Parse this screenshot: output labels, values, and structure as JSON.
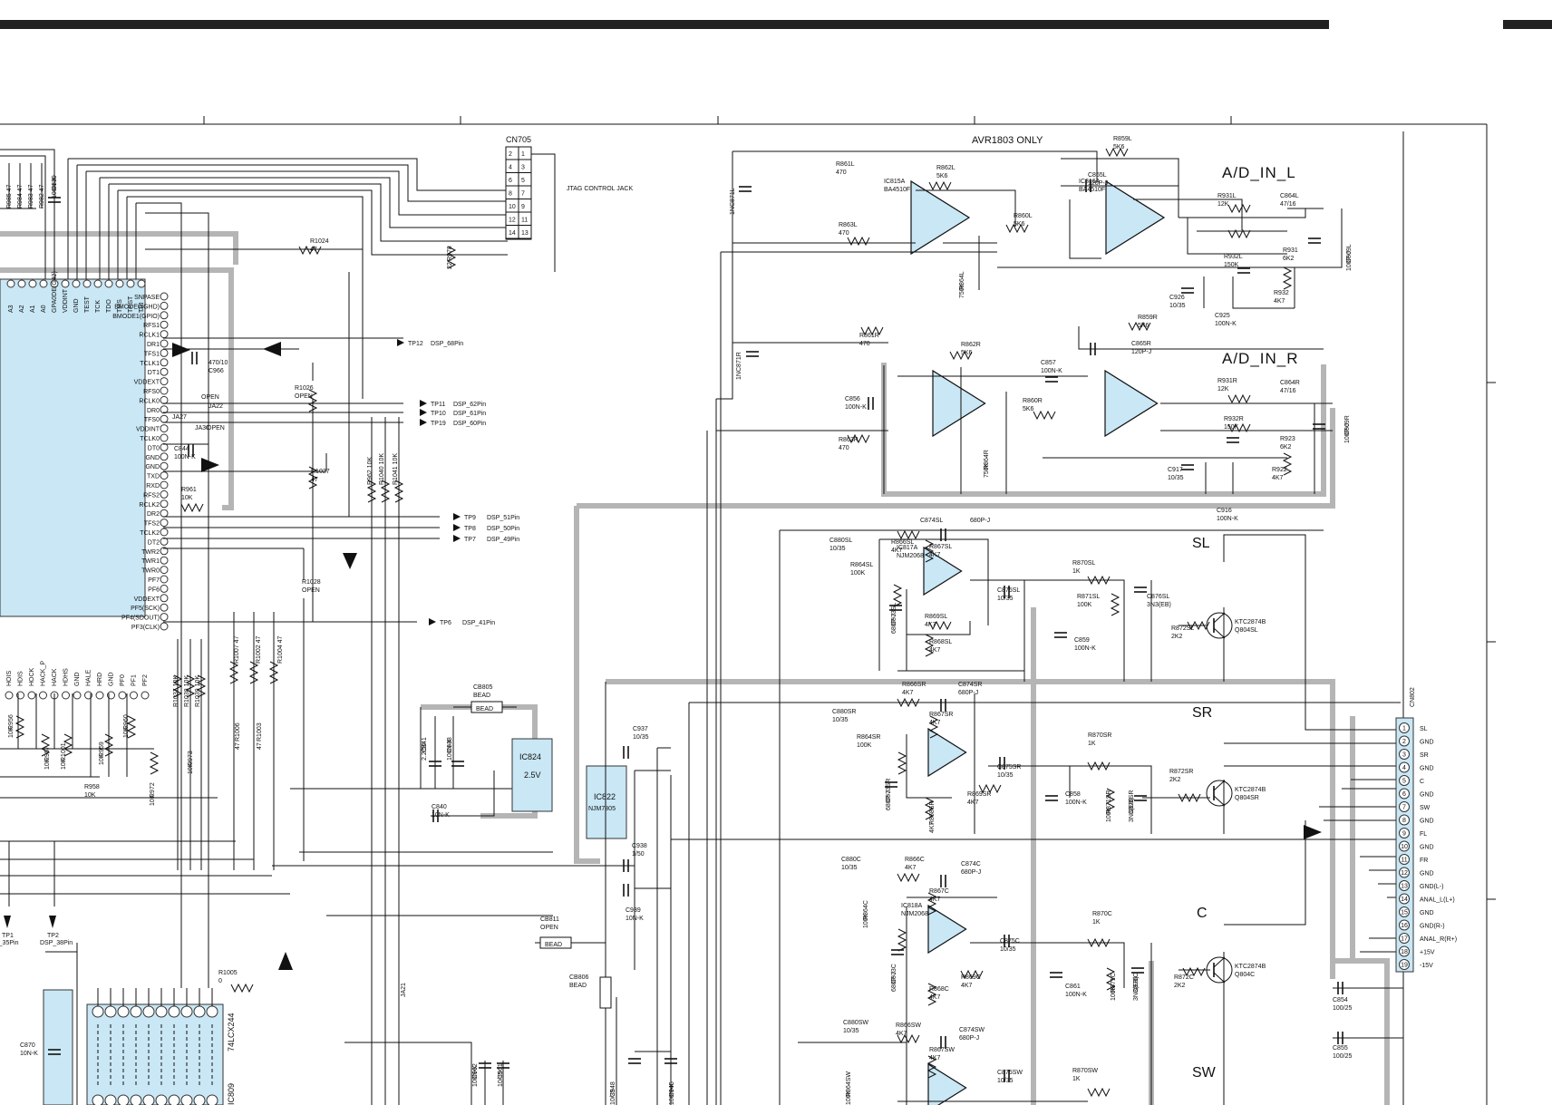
{
  "frame": {
    "title": "AVR1803 ONLY",
    "jtag_label": "JTAG CONTROL JACK"
  },
  "colors": {
    "highlight": "#b5b5b5",
    "ic_fill": "#c9e7f5",
    "ink": "#111111"
  },
  "cn705": {
    "ref": "CN705",
    "pins": [
      [
        "2",
        "1"
      ],
      [
        "4",
        "3"
      ],
      [
        "6",
        "5"
      ],
      [
        "8",
        "7"
      ],
      [
        "10",
        "9"
      ],
      [
        "12",
        "11"
      ],
      [
        "14",
        "13"
      ]
    ]
  },
  "channels": {
    "sl": "SL",
    "sr": "SR",
    "c": "C",
    "sw": "SW",
    "ad_l": "A/D_IN_L",
    "ad_r": "A/D_IN_R"
  },
  "ics": {
    "ic822": {
      "ref": "IC822",
      "part": "NJM7805"
    },
    "ic824": {
      "ref": "IC824",
      "value": "2.5V"
    },
    "ic809": {
      "ref": "IC809",
      "part": "74LCX244"
    },
    "ic815a": {
      "ref": "IC815A",
      "part": "BA4510F"
    },
    "ic816a": {
      "ref": "IC816A",
      "part": "BA4510F"
    },
    "ic817a": {
      "ref": "IC817A",
      "part": "NJM2068"
    },
    "ic818a": {
      "ref": "IC818A",
      "part": "NJM2068"
    }
  },
  "transistors": [
    {
      "part": "KTC2874B",
      "ref": "Q804SL"
    },
    {
      "part": "KTC2874B",
      "ref": "Q804SR"
    },
    {
      "part": "KTC2874B",
      "ref": "Q804C"
    }
  ],
  "cn802": {
    "ref": "CN802",
    "pins": [
      "1",
      "2",
      "3",
      "4",
      "5",
      "6",
      "7",
      "8",
      "9",
      "10",
      "11",
      "12",
      "13",
      "14",
      "15",
      "16",
      "17",
      "18",
      "19"
    ],
    "labels": [
      "SL",
      "GND",
      "SR",
      "GND",
      "C",
      "GND",
      "SW",
      "GND",
      "FL",
      "GND",
      "FR",
      "GND",
      "GND(L-)",
      "ANAL_L(L+)",
      "GND",
      "GND(R-)",
      "ANAL_R(R+)",
      "+15V",
      "-15V"
    ]
  },
  "tps": [
    {
      "ref": "TP12",
      "net": "DSP_68Pin"
    },
    {
      "ref": "TP11",
      "net": "DSP_62Pin"
    },
    {
      "ref": "TP10",
      "net": "DSP_61Pin"
    },
    {
      "ref": "TP19",
      "net": "DSP_60Pin"
    },
    {
      "ref": "TP9",
      "net": "DSP_51Pin"
    },
    {
      "ref": "TP8",
      "net": "DSP_50Pin"
    },
    {
      "ref": "TP7",
      "net": "DSP_49Pin"
    },
    {
      "ref": "TP6",
      "net": "DSP_41Pin"
    },
    {
      "ref": "TP1",
      "net": "P_35Pin"
    },
    {
      "ref": "TP2",
      "net": "DSP_38Pin"
    }
  ],
  "parts": {
    "c839": "C839\n100N-K",
    "r1024": "R1024\n47",
    "r978": "R978\n22",
    "r985": "R985 47",
    "r984": "R984 47",
    "r983": "R983 47",
    "r982": "R982 47",
    "c966": "470/10\nC966",
    "ja27": "JA27",
    "ja22": "JA22",
    "ja30": "JA30",
    "open": "OPEN",
    "c844": "C844\n100N-K",
    "r1026": "R1026\nOPEN",
    "r961": "R961\n10K",
    "r1027": "R1027\n47",
    "r962": "R962 10K",
    "r1040": "R1040 10K",
    "r1041": "R1041 10K",
    "r1028": "R1028\nOPEN",
    "r1007": "R1007 47",
    "r1002": "R1002 47",
    "r1004": "R1004 47",
    "r1006": "R1006\n47",
    "r1003": "R1003\n47",
    "r1037": "R1037 10K",
    "r1038": "R1038 10K",
    "r1039": "R1039 10K",
    "r973": "R973\n10K",
    "r972": "R972\n10K",
    "r956": "R956\n10K",
    "r957": "R957\n10K",
    "r1001": "R1001\n10K",
    "r958": "R958\n10K",
    "r959": "R959\n10K",
    "r960": "R960\n10K",
    "cb805": "CB805\nBEAD",
    "bead": "BEAD",
    "c841": "C841\n2.2/50",
    "c838": "C838\n100N-K",
    "c840": "C840\n10N-K",
    "c937": "C937\n10/35",
    "c938": "C938\n1/50",
    "c939": "C939\n10N-K",
    "cb811": "CB811\nOPEN",
    "cb806": "CB806\nBEAD",
    "ja21": "JA21",
    "r1005": "R1005\n0",
    "c870": "C870\n10N-K",
    "c962": "C962\n100N-K",
    "c961": "C961\n10/35",
    "c948": "C948\n10/35",
    "c946": "C946\n100N-K",
    "r861l": "R861L\n470",
    "r862l": "R862L\n5K6",
    "r863l": "R863L\n470",
    "r864l": "R864L\n750K",
    "r860l": "R860L\n5K6",
    "r859l": "R859L\n5K6",
    "c865l": "C865L\n120P-J",
    "c871l": "C871L\n1N",
    "r931l": "R931L\n12K",
    "r932l": "R932L\n150K",
    "c864l": "C864L\n47/16",
    "r931": "R931\n6K2",
    "r932": "R932\n4K7",
    "c926": "C926\n10/35",
    "c925": "C925\n100N-K",
    "c869l": "C869L\n100P-J",
    "r861r": "R861R\n470",
    "r862r": "R862R\n5K6",
    "r863r": "R863R\n470",
    "r864r": "R864R\n750K",
    "r860r": "R860R\n5K6",
    "r859r": "R859R\n5K6",
    "c865r": "C865R\n120P-J",
    "c871r": "C871R\n1N",
    "c856": "C856\n100N-K",
    "c857": "C857\n100N-K",
    "r931r": "R931R\n12K",
    "r932r": "R932R\n150K",
    "c864r": "C864R\n47/16",
    "r923": "R923\n6K2",
    "r922": "R922\n4K7",
    "c917": "C917\n10/35",
    "c916": "C916\n100N-K",
    "c869r": "C869R\n100P-J",
    "c880sl": "C880SL\n10/35",
    "r866sl": "R866SL\n4K7",
    "c874sl": "C874SL",
    "p680": "680P-J",
    "r867sl": "R867SL\n4K7",
    "r864sl": "R864SL\n100K",
    "c873sl": "C873SL\n680P-J",
    "r869sl": "R869SL\n4K7",
    "r868sl": "R868SL\n4K7",
    "c875sl": "C875SL\n10/35",
    "r870sl": "R870SL\n1K",
    "r871sl": "R871SL\n100K",
    "c876sl": "C876SL\n3N3(EB)",
    "r872sl": "R872SL\n2K2",
    "c859": "C859\n100N-K",
    "r866sr": "R866SR\n4K7",
    "c874sr": "C874SR\n680P-J",
    "c880sr": "C880SR\n10/35",
    "r867sr": "R867SR\n4K7",
    "r864sr": "R864SR\n100K",
    "c873sr": "C873SR\n680P-J",
    "r868sr": "R868SR\n4K7",
    "r869sr": "R869SR\n4K7",
    "c875sr": "C875SR\n10/35",
    "r870sr": "R870SR\n1K",
    "c858": "C858\n100N-K",
    "r871sr": "R871SR\n100K",
    "c876sr": "C876SR\n3N3(EB)",
    "r872sr": "R872SR\n2K2",
    "c880c": "C880C\n10/35",
    "r866c": "R866C\n4K7",
    "c874c": "C874C\n680P-J",
    "r867c": "R867C\n4K7",
    "r864c": "R864C\n100K",
    "c873c": "C873C\n680P-J",
    "r868c": "R868C\n4K7",
    "r869c": "R869C\n4K7",
    "c875c": "C875C\n10/35",
    "r870c": "R870C\n1K",
    "c861": "C861\n100N-K",
    "r871c": "R871C\n100K",
    "c876c": "C876C\n3N3(EB)",
    "r872c": "R872C\n2K2",
    "c880sw": "C880SW\n10/35",
    "r866sw": "R866SW\n4K7",
    "c874sw": "C874SW\n680P-J",
    "r867sw": "R867SW\n4K7",
    "r864sw": "R864SW\n100K",
    "c875sw": "C875SW\n10/35",
    "r870sw": "R870SW\n1K",
    "c854": "C854\n100/25",
    "c855": "C855\n100/25"
  },
  "dsp_pins_top": [
    "A3",
    "A2",
    "A1",
    "A0",
    "GPA0DE(G42)",
    "VDDINT",
    "GND",
    "TEST",
    "TCK",
    "TDO",
    "TMS",
    "TRST",
    "TDI"
  ],
  "dsp_pins_right": [
    "SNPASE",
    "BMODE0(GHD)",
    "BMODE1(GPIO)",
    "RFS1",
    "RCLK1",
    "DR1",
    "TFS1",
    "TCLK1",
    "DT1",
    "VDDEXT",
    "RFS0",
    "RCLK0",
    "DR0",
    "TFS0",
    "VDDINT",
    "TCLK0",
    "DT0",
    "GND",
    "GND",
    "TXD",
    "RXD",
    "RFS2",
    "RCLK2",
    "DR2",
    "TFS2",
    "TCLK2",
    "DT2",
    "TWR2",
    "TWR1",
    "TWR0",
    "PF7",
    "PF6",
    "VDDEXT",
    "PF5(SCK)",
    "PF4(SDOUT)",
    "PF3(CLK)"
  ],
  "dsp_pins_bottom": [
    "HOIS",
    "HDIS",
    "HOCK",
    "HACK_P",
    "HACK",
    "HDHS",
    "GND",
    "HALE",
    "HRD",
    "GND",
    "PF0",
    "PF1",
    "PF2"
  ]
}
